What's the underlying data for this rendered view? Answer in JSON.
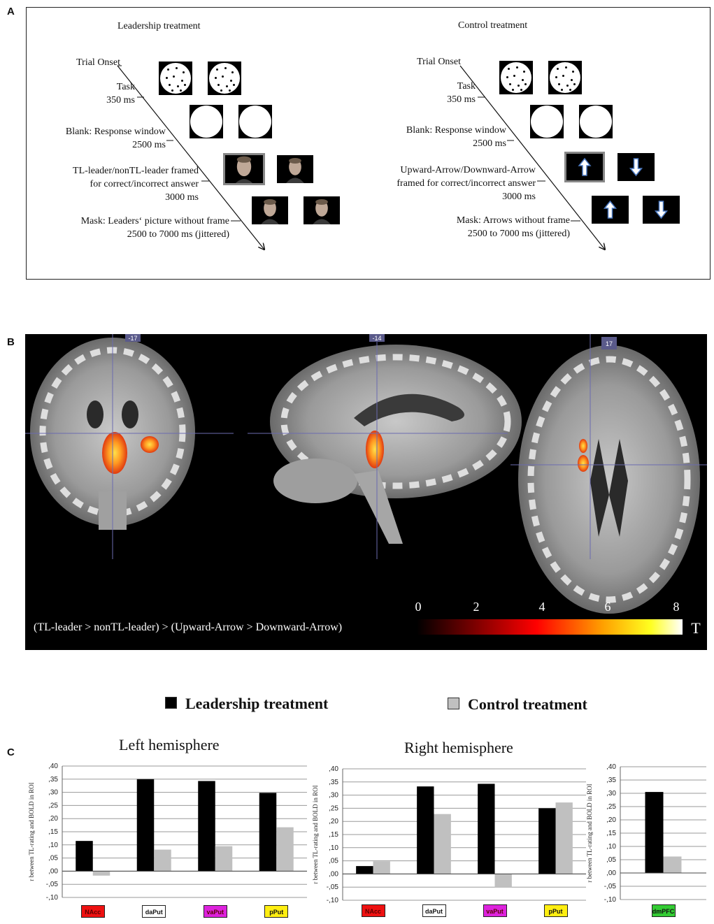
{
  "panel_labels": {
    "a": "A",
    "b": "B",
    "c": "C"
  },
  "panel_a": {
    "leadership": {
      "title": "Leadership treatment",
      "trial_onset": "Trial Onset",
      "task_1": "Task",
      "task_2": "350 ms",
      "blank_1": "Blank: Response window",
      "blank_2": "2500 ms",
      "feedback_1": "TL-leader/nonTL-leader framed",
      "feedback_2": "for correct/incorrect answer",
      "feedback_3": "3000 ms",
      "mask_1": "Mask: Leaders‘ picture without frame",
      "mask_2": "2500 to 7000 ms (jittered)"
    },
    "control": {
      "title": "Control treatment",
      "trial_onset": "Trial Onset",
      "task_1": "Task",
      "task_2": "350 ms",
      "blank_1": "Blank: Response window",
      "blank_2": "2500 ms",
      "feedback_1": "Upward-Arrow/Downward-Arrow",
      "feedback_2": "framed for correct/incorrect answer",
      "feedback_3": "3000 ms",
      "mask_1": "Mask: Arrows without frame",
      "mask_2": "2500 to 7000 ms (jittered)"
    }
  },
  "panel_b": {
    "slice_labels": [
      "-17",
      "-14",
      "17"
    ],
    "contrast": "(TL-leader > nonTL-leader) > (Upward-Arrow > Downward-Arrow)",
    "colorbar_ticks": [
      "0",
      "2",
      "4",
      "6",
      "8"
    ],
    "colorbar_unit": "T"
  },
  "legend": {
    "leadership": "Leadership treatment",
    "control": "Control treatment",
    "leadership_color": "#000000",
    "control_color": "#c0c0c0"
  },
  "chart_data": [
    {
      "type": "bar",
      "title": "Left hemisphere",
      "ylabel": "r between TL-rating and BOLD in ROI",
      "ylim": [
        -0.1,
        0.4
      ],
      "yticks": [
        ",40",
        ",35",
        ",30",
        ",25",
        ",20",
        ",15",
        ",10",
        ",05",
        ",00",
        "-,05",
        "-,10"
      ],
      "categories": [
        "NAcc",
        "daPut",
        "vaPut",
        "pPut"
      ],
      "category_colors": [
        "#ee1111",
        "#ffffff",
        "#dd22dd",
        "#ffee11"
      ],
      "series": [
        {
          "name": "Leadership treatment",
          "values": [
            0.115,
            0.35,
            0.343,
            0.298
          ]
        },
        {
          "name": "Control treatment",
          "values": [
            -0.017,
            0.082,
            0.095,
            0.167
          ]
        }
      ]
    },
    {
      "type": "bar",
      "title": "Right hemisphere",
      "ylabel": "r between TL-rating and BOLD in ROI",
      "ylim": [
        -0.1,
        0.4
      ],
      "yticks": [
        ",40",
        ",35",
        ",30",
        ",25",
        ",20",
        ",15",
        ",10",
        ",05",
        ",00",
        "-,05",
        "-,10"
      ],
      "categories": [
        "NAcc",
        "daPut",
        "vaPut",
        "pPut"
      ],
      "category_colors": [
        "#ee1111",
        "#ffffff",
        "#dd22dd",
        "#ffee11"
      ],
      "series": [
        {
          "name": "Leadership treatment",
          "values": [
            0.03,
            0.333,
            0.343,
            0.25
          ]
        },
        {
          "name": "Control treatment",
          "values": [
            0.048,
            0.228,
            -0.05,
            0.272
          ]
        }
      ]
    },
    {
      "type": "bar",
      "title": "",
      "ylabel": "r between TL-rating and BOLD in ROI",
      "ylim": [
        -0.1,
        0.4
      ],
      "yticks": [
        ",40",
        ",35",
        ",30",
        ",25",
        ",20",
        ",15",
        ",10",
        ",05",
        ",00",
        "-,05",
        "-,10"
      ],
      "categories": [
        "dmPFC"
      ],
      "category_colors": [
        "#33cc33"
      ],
      "series": [
        {
          "name": "Leadership treatment",
          "values": [
            0.305
          ]
        },
        {
          "name": "Control treatment",
          "values": [
            0.062
          ]
        }
      ]
    }
  ]
}
